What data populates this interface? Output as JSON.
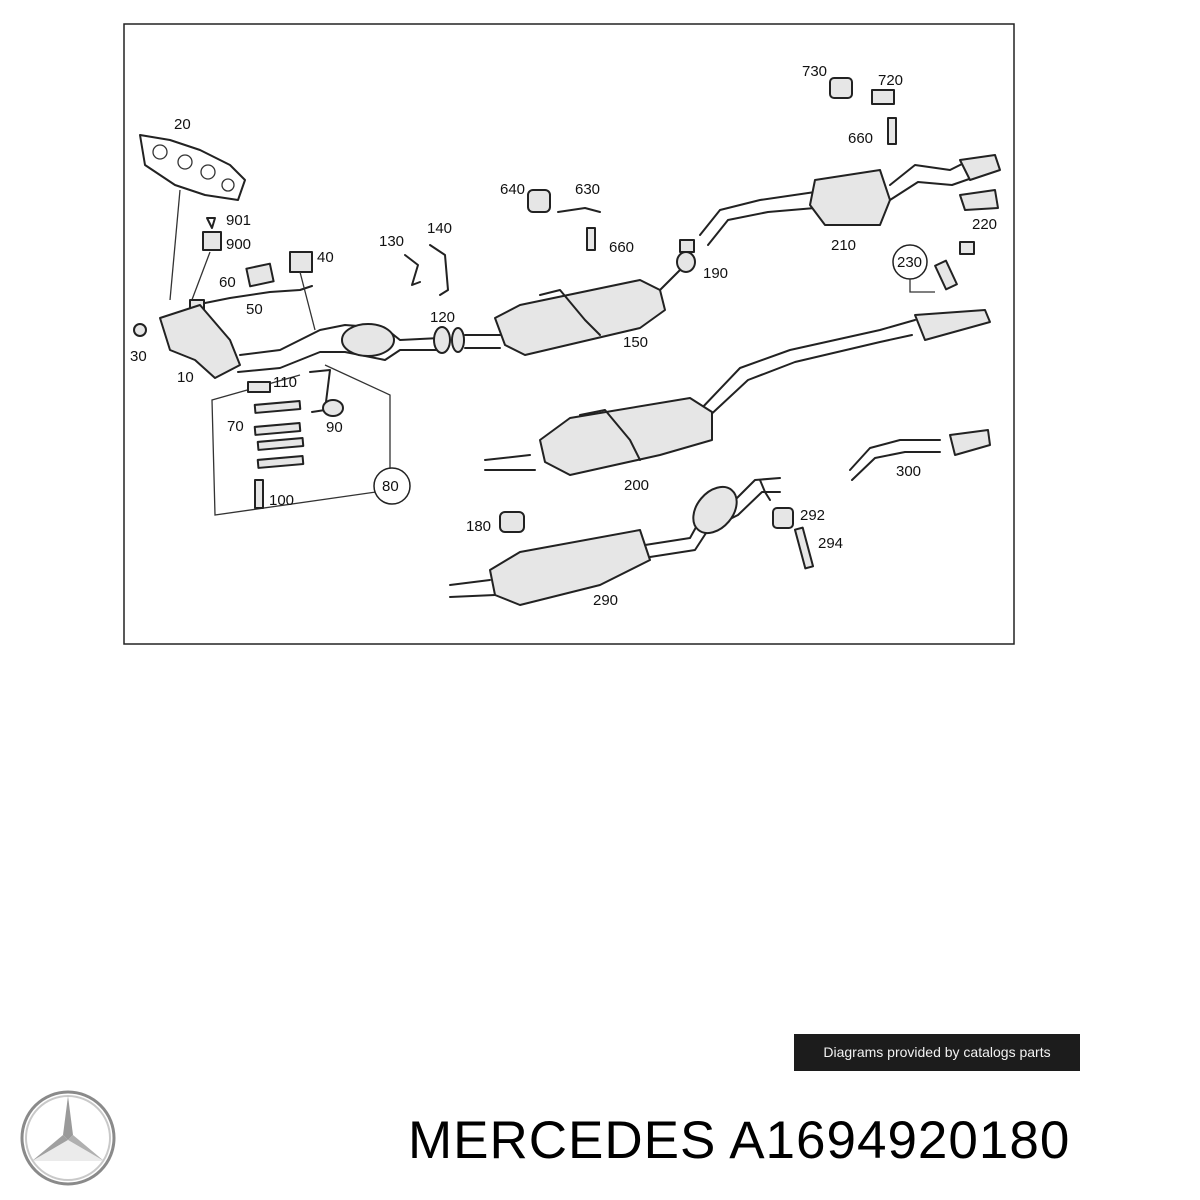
{
  "diagram": {
    "part_labels": [
      "20",
      "901",
      "900",
      "60",
      "50",
      "40",
      "30",
      "10",
      "110",
      "70",
      "90",
      "100",
      "80",
      "130",
      "140",
      "120",
      "150",
      "640",
      "630",
      "660",
      "190",
      "730",
      "720",
      "660",
      "210",
      "220",
      "230",
      "200",
      "300",
      "180",
      "292",
      "294",
      "290"
    ]
  },
  "credit": {
    "text": "Diagrams provided by catalogs parts"
  },
  "product": {
    "brand": "MERCEDES",
    "part_number": "A1694920180"
  },
  "icons": {
    "logo": "mercedes-star-icon"
  }
}
